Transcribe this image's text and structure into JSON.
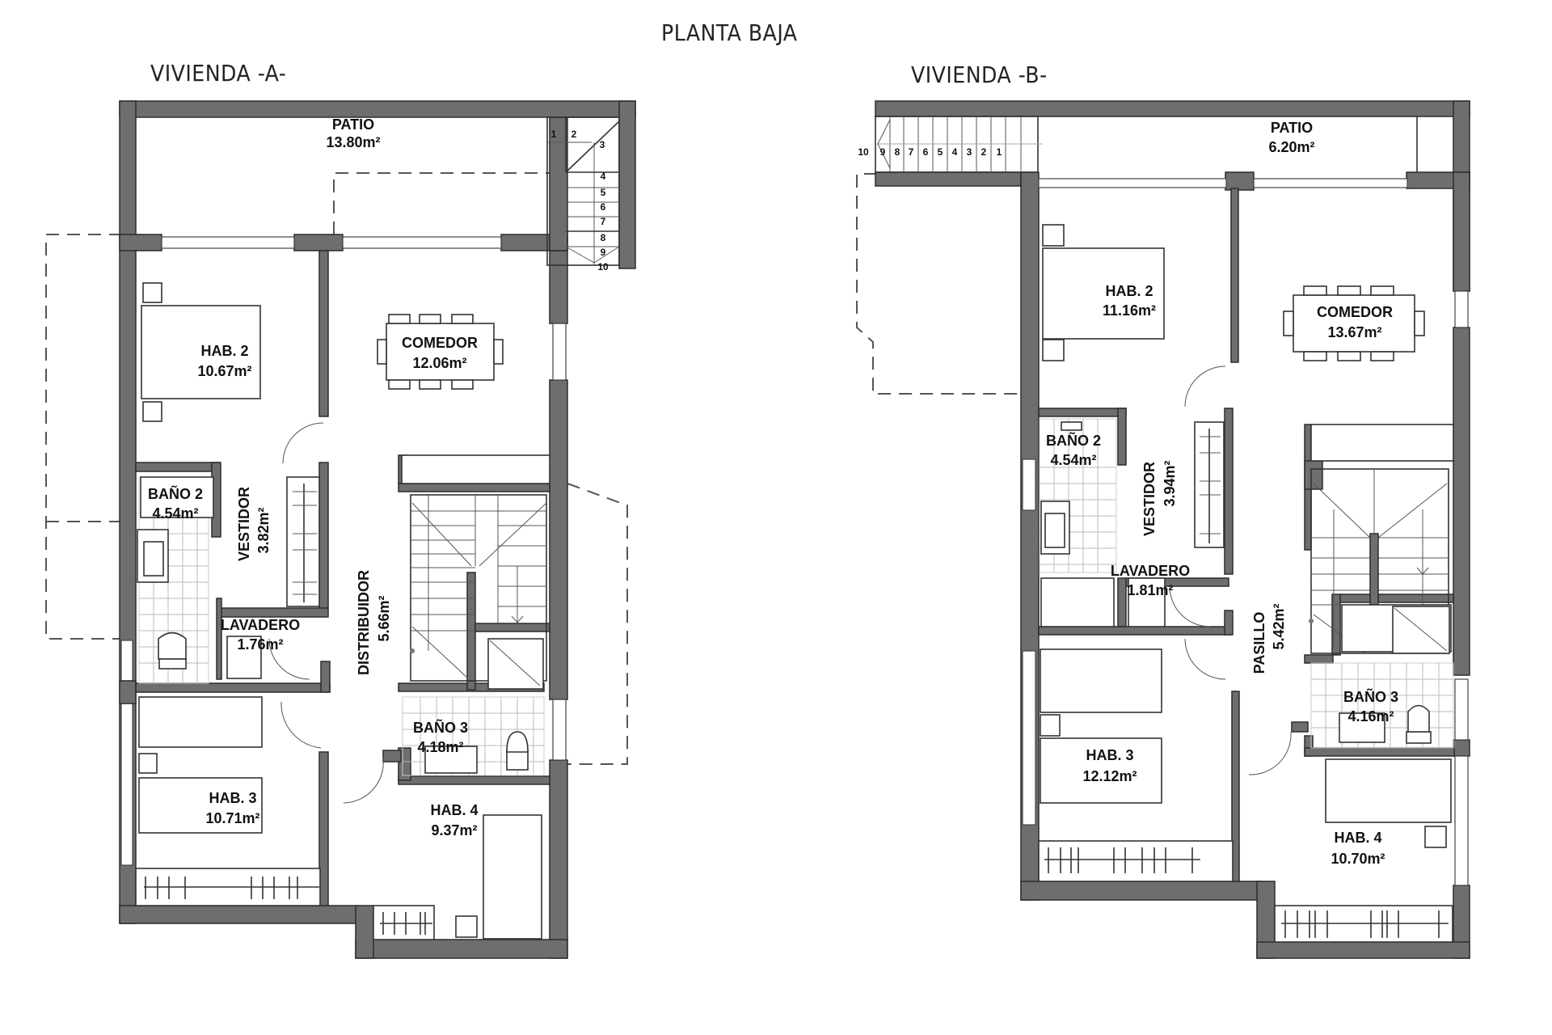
{
  "page": {
    "title": "PLANTA BAJA"
  },
  "units": [
    {
      "label": "VIVIENDA -A-",
      "rooms": [
        {
          "name": "PATIO",
          "area": "13.80m²"
        },
        {
          "name": "HAB. 2",
          "area": "10.67m²"
        },
        {
          "name": "COMEDOR",
          "area": "12.06m²"
        },
        {
          "name": "BAÑO 2",
          "area": "4.54m²"
        },
        {
          "name": "VESTIDOR",
          "area": "3.82m²"
        },
        {
          "name": "LAVADERO",
          "area": "1.76m²"
        },
        {
          "name": "DISTRIBUIDOR",
          "area": "5.66m²"
        },
        {
          "name": "BAÑO 3",
          "area": "4.18m²"
        },
        {
          "name": "HAB. 3",
          "area": "10.71m²"
        },
        {
          "name": "HAB. 4",
          "area": "9.37m²"
        }
      ],
      "stair_steps": [
        "1",
        "2",
        "3",
        "4",
        "5",
        "6",
        "7",
        "8",
        "9",
        "10"
      ]
    },
    {
      "label": "VIVIENDA -B-",
      "rooms": [
        {
          "name": "PATIO",
          "area": "6.20m²"
        },
        {
          "name": "HAB. 2",
          "area": "11.16m²"
        },
        {
          "name": "COMEDOR",
          "area": "13.67m²"
        },
        {
          "name": "BAÑO 2",
          "area": "4.54m²"
        },
        {
          "name": "VESTIDOR",
          "area": "3.94m²"
        },
        {
          "name": "LAVADERO",
          "area": "1.81m²"
        },
        {
          "name": "PASILLO",
          "area": "5.42m²"
        },
        {
          "name": "BAÑO 3",
          "area": "4.16m²"
        },
        {
          "name": "HAB. 3",
          "area": "12.12m²"
        },
        {
          "name": "HAB. 4",
          "area": "10.70m²"
        }
      ],
      "stair_steps": [
        "10",
        "9",
        "8",
        "7",
        "6",
        "5",
        "4",
        "3",
        "2",
        "1"
      ]
    }
  ],
  "colors": {
    "wall": "#6e6e6e",
    "line": "#333333",
    "background": "#ffffff"
  }
}
